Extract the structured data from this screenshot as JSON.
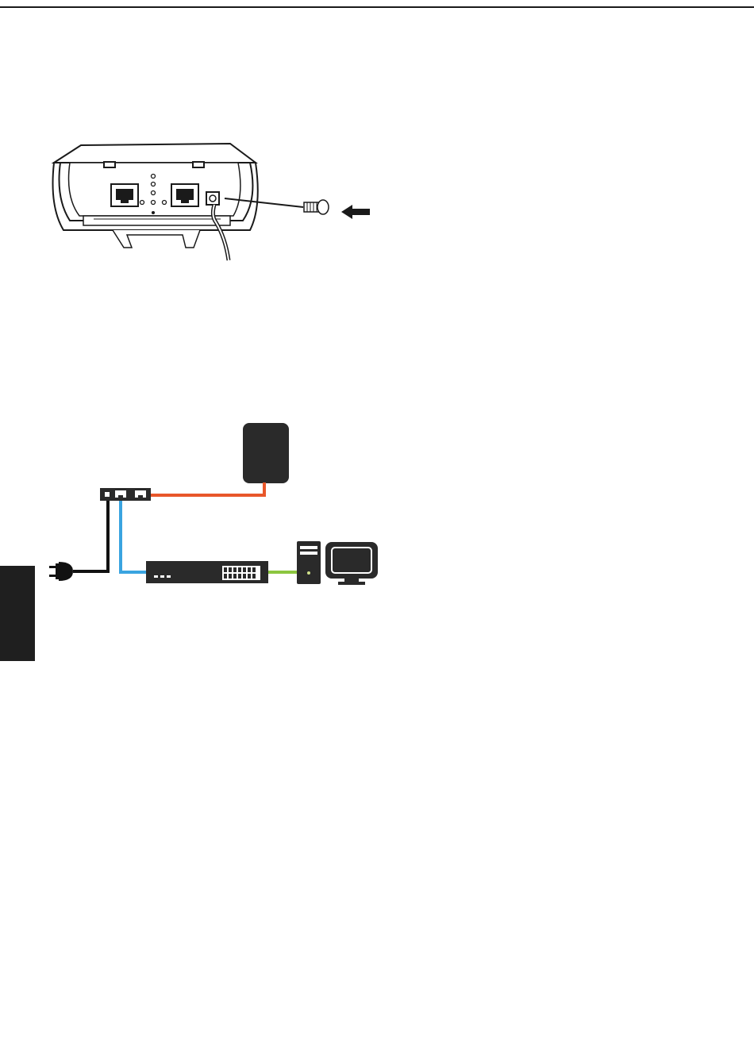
{
  "page": {
    "background": "#ffffff"
  },
  "colors": {
    "top_rule": "#1a1a1a",
    "side_tab": "#1f1f1f",
    "device_stroke": "#1a1a1a",
    "device_fill": "#ffffff",
    "power_cable": "#111111",
    "lan_cable_blue": "#3aa4e0",
    "poe_cable_orange": "#e8572a",
    "pc_cable_green": "#8cc63f",
    "equipment_fill": "#2a2a2a"
  },
  "figure_1": {
    "items": [
      {
        "name": "access-point-underside",
        "icon": "access-point-ports-icon"
      },
      {
        "name": "ethernet-port-left",
        "icon": "rj45-port-icon"
      },
      {
        "name": "ethernet-port-right",
        "icon": "rj45-port-icon"
      },
      {
        "name": "led-indicators",
        "icon": "led-dots-icon"
      },
      {
        "name": "ground-screw-hole",
        "icon": "ground-terminal-icon"
      },
      {
        "name": "ground-wire",
        "icon": "cable-icon"
      },
      {
        "name": "grounding-screw",
        "icon": "screw-icon"
      },
      {
        "name": "insert-arrow",
        "icon": "arrow-left-icon"
      }
    ]
  },
  "figure_2": {
    "items": [
      {
        "name": "poe-injector",
        "icon": "poe-injector-icon"
      },
      {
        "name": "access-point",
        "icon": "access-point-icon"
      },
      {
        "name": "network-switch",
        "icon": "switch-icon"
      },
      {
        "name": "desktop-computer",
        "icon": "pc-tower-icon"
      },
      {
        "name": "monitor",
        "icon": "monitor-icon"
      },
      {
        "name": "power-plug",
        "icon": "power-plug-icon"
      }
    ]
  }
}
